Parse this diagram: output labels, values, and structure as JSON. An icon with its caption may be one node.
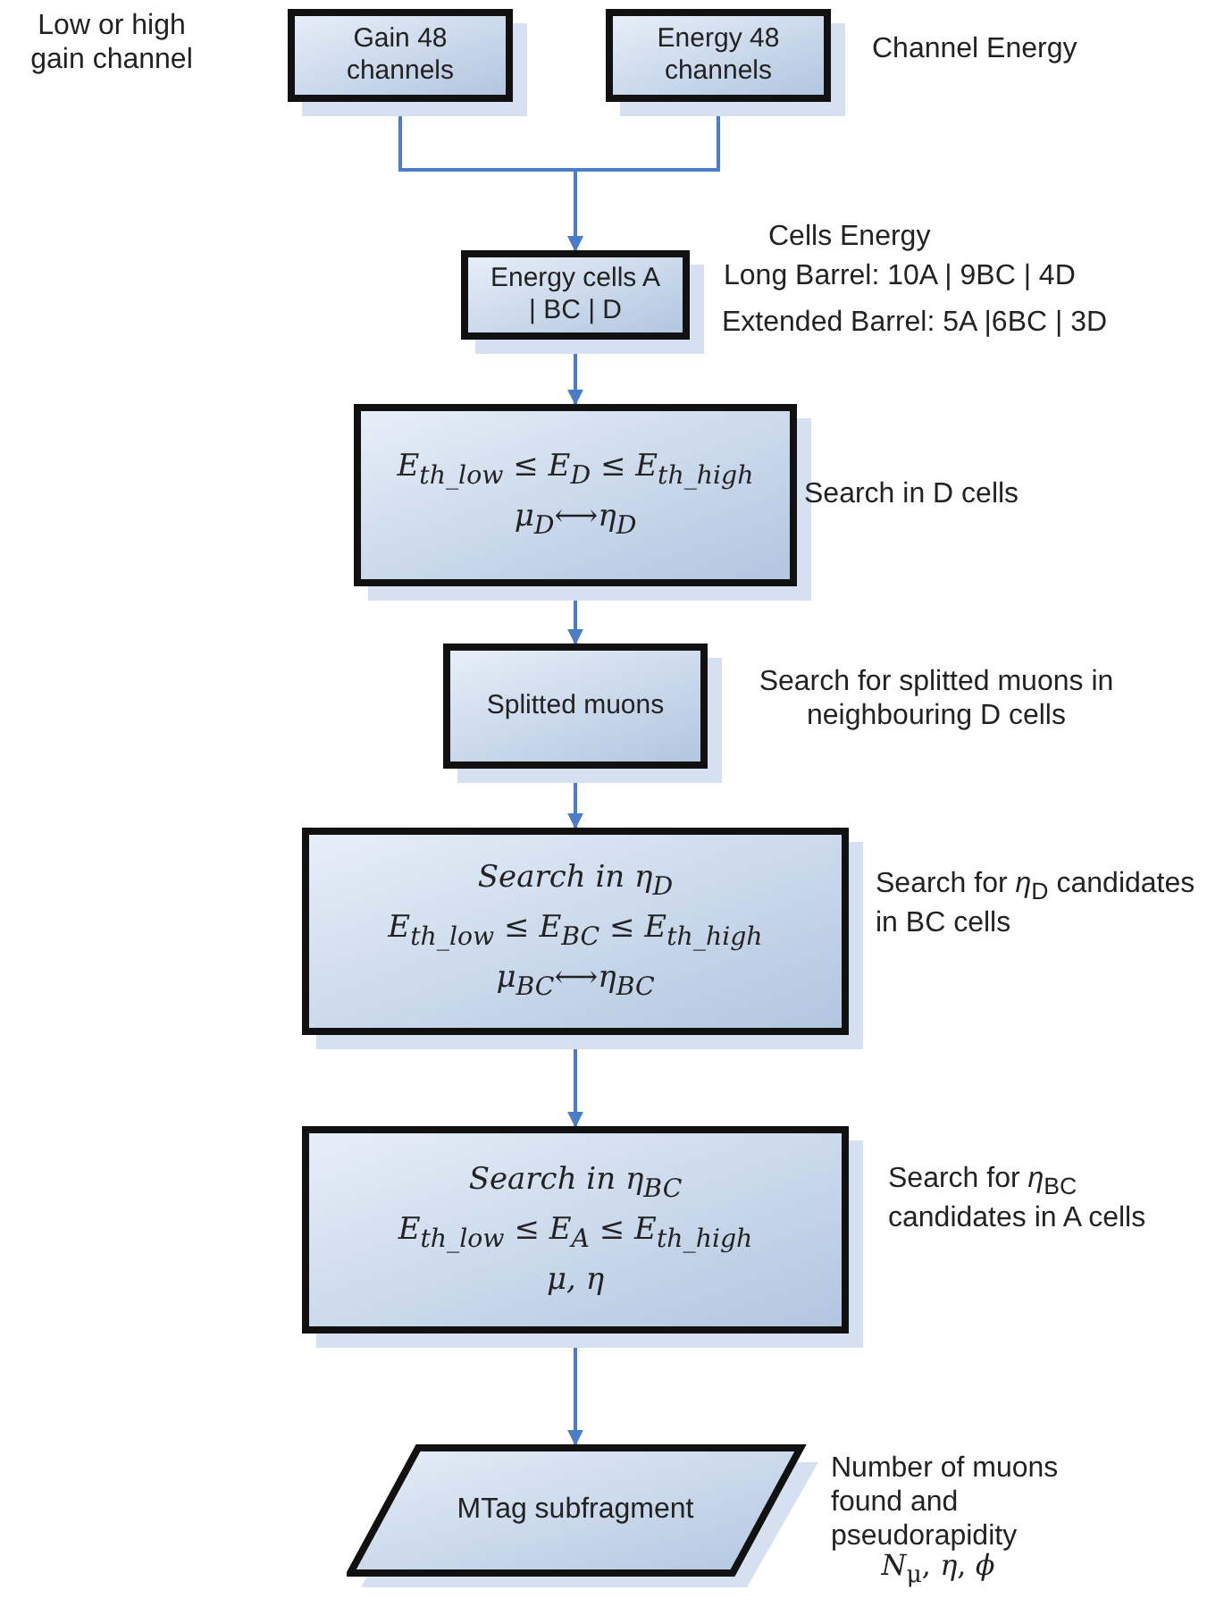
{
  "diagram": {
    "nodes": [
      {
        "text": [
          "Gain 48 channels"
        ],
        "beside": [
          "Low or high gain channel"
        ]
      },
      {
        "text": [
          "Energy 48 channels"
        ],
        "beside": [
          "Channel Energy"
        ]
      },
      {
        "text": [
          "Energy cells A | BC | D"
        ],
        "beside": [
          "Cells Energy",
          "Long Barrel: 10A | 9BC | 4D",
          "Extended Barrel: 5A |6BC | 3D"
        ]
      },
      {
        "text": [
          "E$_{th_low}$ ≤ E$_{D}$ ≤ E$_{th_high}$",
          "μ$_{D}$⟷η$_{D}$"
        ],
        "beside": [
          "Search in D cells"
        ]
      },
      {
        "text": [
          "Splitted muons"
        ],
        "beside": [
          "Search for splitted muons in neighbouring D cells"
        ]
      },
      {
        "text": [
          "Search in η$_{D}$",
          "E$_{th_low}$ ≤ E$_{BC}$ ≤ E$_{th_high}$",
          "μ$_{BC}$⟷η$_{BC}$"
        ],
        "beside": [
          "Search for *η*$_{D}$ candidates in BC cells"
        ]
      },
      {
        "text": [
          "Search in η$_{BC}$",
          "E$_{th_low}$ ≤ E$_{A}$ ≤ E$_{th_high}$",
          "μ, η"
        ],
        "beside": [
          "Search for *η*$_{BC}$ candidates in A cells"
        ]
      },
      {
        "text": [
          "MTag subfragment"
        ],
        "beside": [
          "Number of muons found and pseudorapidity",
          "*N*$_{μ}$, *η*, *ϕ*"
        ]
      }
    ],
    "edges": [
      {
        "from": 0,
        "to": 2,
        "arrow": "to"
      },
      {
        "from": 1,
        "to": 2,
        "arrow": "to"
      },
      {
        "from": 2,
        "to": 3,
        "arrow": "to"
      },
      {
        "from": 3,
        "to": 4,
        "arrow": "to"
      },
      {
        "from": 4,
        "to": 5,
        "arrow": "to"
      },
      {
        "from": 5,
        "to": 6,
        "arrow": "to"
      },
      {
        "from": 6,
        "to": 7,
        "arrow": "to"
      }
    ]
  }
}
